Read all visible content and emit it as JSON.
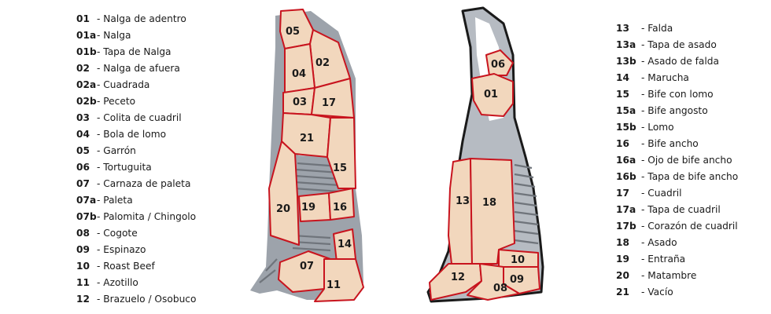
{
  "legend_left": [
    {
      "code": "01",
      "name": "- Nalga de adentro"
    },
    {
      "code": "01a",
      "name": "- Nalga"
    },
    {
      "code": "01b",
      "name": "- Tapa de Nalga"
    },
    {
      "code": "02",
      "name": "- Nalga de afuera"
    },
    {
      "code": "02a",
      "name": "- Cuadrada"
    },
    {
      "code": "02b",
      "name": "- Peceto"
    },
    {
      "code": "03",
      "name": "- Colita de cuadril"
    },
    {
      "code": "04",
      "name": "- Bola de lomo"
    },
    {
      "code": "05",
      "name": "- Garrón"
    },
    {
      "code": "06",
      "name": "- Tortuguita"
    },
    {
      "code": "07",
      "name": "- Carnaza de paleta"
    },
    {
      "code": "07a",
      "name": "- Paleta"
    },
    {
      "code": "07b",
      "name": "- Palomita / Chingolo"
    },
    {
      "code": "08",
      "name": "- Cogote"
    },
    {
      "code": "09",
      "name": "- Espinazo"
    },
    {
      "code": "10",
      "name": "- Roast Beef"
    },
    {
      "code": "11",
      "name": "- Azotillo"
    },
    {
      "code": "12",
      "name": "- Brazuelo / Osobuco"
    }
  ],
  "legend_right": [
    {
      "code": "13",
      "name": "- Falda"
    },
    {
      "code": "13a",
      "name": "- Tapa de asado"
    },
    {
      "code": "13b",
      "name": "- Asado de falda"
    },
    {
      "code": "14",
      "name": "- Marucha"
    },
    {
      "code": "15",
      "name": "- Bife con lomo"
    },
    {
      "code": "15a",
      "name": "- Bife angosto"
    },
    {
      "code": "15b",
      "name": "- Lomo"
    },
    {
      "code": "16",
      "name": "- Bife ancho"
    },
    {
      "code": "16a",
      "name": "- Ojo de bife ancho"
    },
    {
      "code": "16b",
      "name": "- Tapa de bife ancho"
    },
    {
      "code": "17",
      "name": "- Cuadril"
    },
    {
      "code": "17a",
      "name": "- Tapa de cuadril"
    },
    {
      "code": "17b",
      "name": "- Corazón de cuadril"
    },
    {
      "code": "18",
      "name": "- Asado"
    },
    {
      "code": "19",
      "name": "- Entraña"
    },
    {
      "code": "20",
      "name": "- Matambre"
    },
    {
      "code": "21",
      "name": "- Vacío"
    }
  ],
  "diagram_labels": {
    "c05": "05",
    "c02": "02",
    "c04": "04",
    "c03": "03",
    "c17": "17",
    "c21": "21",
    "c15": "15",
    "c20": "20",
    "c19": "19",
    "c16": "16",
    "c14": "14",
    "c07": "07",
    "c11": "11",
    "c06": "06",
    "c01": "01",
    "c13": "13",
    "c18": "18",
    "c10": "10",
    "c12": "12",
    "c09": "09",
    "c08": "08"
  },
  "colors": {
    "meat": "#f2d7bd",
    "cut_border": "#c8141e",
    "bone": "#9da3ab",
    "outline": "#1a1a1a"
  }
}
